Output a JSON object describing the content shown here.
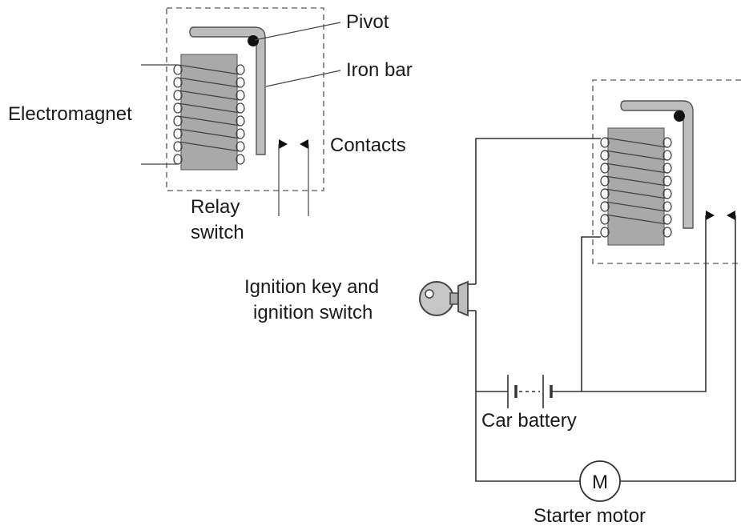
{
  "labels": {
    "pivot": "Pivot",
    "iron_bar": "Iron bar",
    "electromagnet": "Electromagnet",
    "contacts": "Contacts",
    "relay_line1": "Relay",
    "relay_line2": "switch",
    "ignition_line1": "Ignition key and",
    "ignition_line2": "ignition switch",
    "car_battery": "Car battery",
    "starter_motor": "Starter motor",
    "motor_symbol": "M"
  }
}
